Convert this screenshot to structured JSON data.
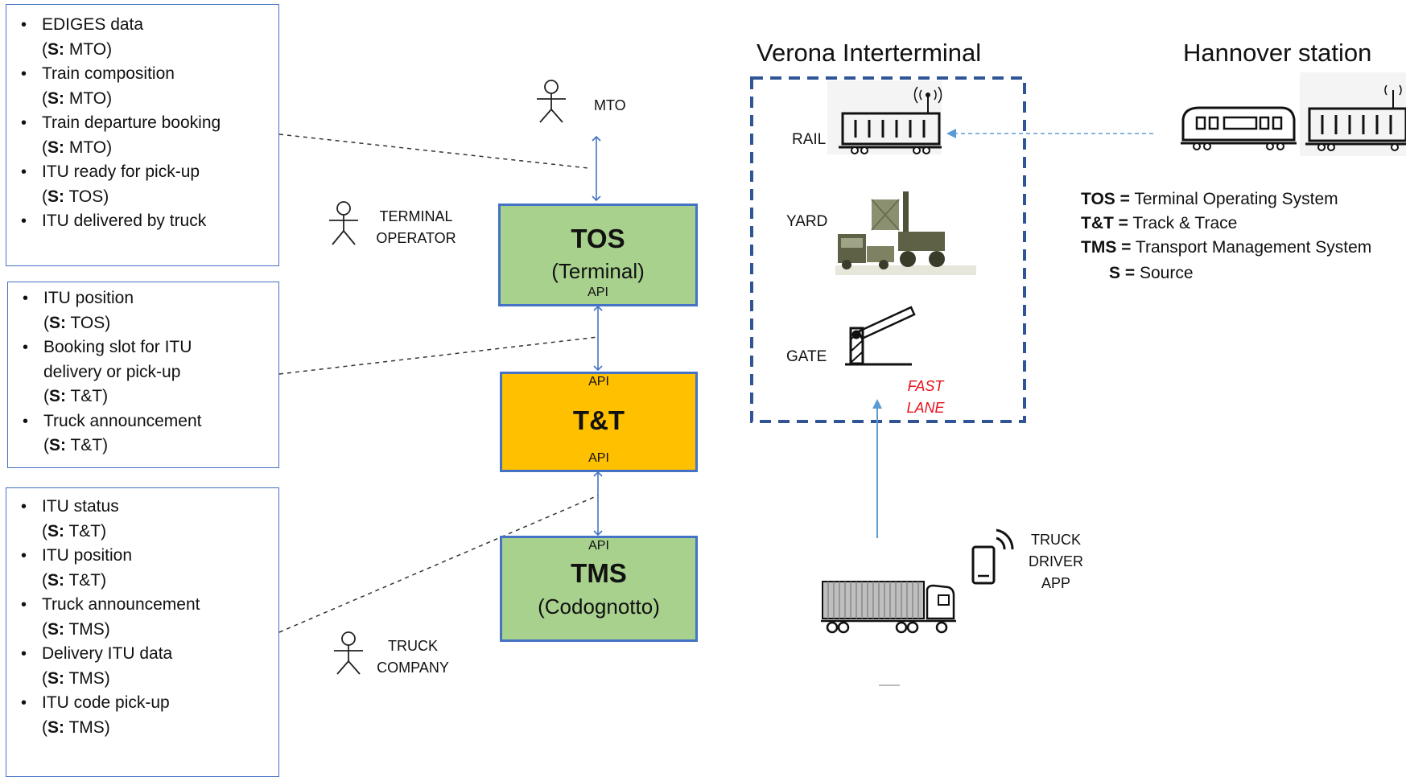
{
  "info_boxes": [
    {
      "items": [
        {
          "label": "EDIGES data",
          "src_prefix": "S:",
          "src": "MTO"
        },
        {
          "label": "Train composition",
          "src_prefix": "S:",
          "src": "MTO"
        },
        {
          "label": "Train departure  booking",
          "src_prefix": "S:",
          "src": "MTO"
        },
        {
          "label": "ITU ready for pick-up",
          "src_prefix": "S:",
          "src": "TOS"
        },
        {
          "label": "ITU delivered by truck"
        }
      ]
    },
    {
      "items": [
        {
          "label": "ITU position",
          "src_prefix": "S:",
          "src": "TOS"
        },
        {
          "label": "Booking slot for ITU",
          "label2": "delivery or pick-up",
          "src_prefix": "S:",
          "src": "T&T"
        },
        {
          "label": "Truck announcement",
          "src_prefix": "S:",
          "src": "T&T"
        }
      ]
    },
    {
      "items": [
        {
          "label": "ITU status",
          "src_prefix": "S:",
          "src": "T&T"
        },
        {
          "label": "ITU position",
          "src_prefix": "S:",
          "src": "T&T"
        },
        {
          "label": "Truck announcement",
          "src_prefix": "S:",
          "src": "TMS"
        },
        {
          "label": "Delivery ITU data",
          "src_prefix": "S:",
          "src": "TMS"
        },
        {
          "label": "ITU code pick-up",
          "src_prefix": "S:",
          "src": "TMS"
        }
      ]
    }
  ],
  "actors": {
    "mto": "MTO",
    "terminal_operator": [
      "TERMINAL",
      "OPERATOR"
    ],
    "truck_company": [
      "TRUCK",
      "COMPANY"
    ],
    "truck_driver_app": [
      "TRUCK",
      "DRIVER",
      "APP"
    ]
  },
  "systems": {
    "tos": {
      "title": "TOS",
      "subtitle": "(Terminal)",
      "api_bottom": "API"
    },
    "tt": {
      "title": "T&T",
      "api_top": "API",
      "api_bottom": "API"
    },
    "tms": {
      "title": "TMS",
      "subtitle": "(Codognotto)",
      "api_top": "API"
    }
  },
  "verona": {
    "heading": "Verona Interterminal",
    "rail": "RAIL",
    "yard": "YARD",
    "gate": "GATE",
    "fast_lane": [
      "FAST",
      "LANE"
    ]
  },
  "hannover": {
    "heading": "Hannover station"
  },
  "legend": [
    {
      "key": "TOS",
      "sep": " =",
      "value": "Terminal Operating System"
    },
    {
      "key": "T&T",
      "sep": " =",
      "value": "Track & Trace"
    },
    {
      "key": "TMS",
      "sep": " =",
      "value": "Transport Management System"
    },
    {
      "key": "S",
      "sep": " =",
      "value": "Source"
    }
  ],
  "colors": {
    "box_border": "#4472C4",
    "green": "#A9D18E",
    "orange": "#FFC000",
    "dashed_frame": "#2F5597",
    "fast_lane": "#E8101A"
  }
}
